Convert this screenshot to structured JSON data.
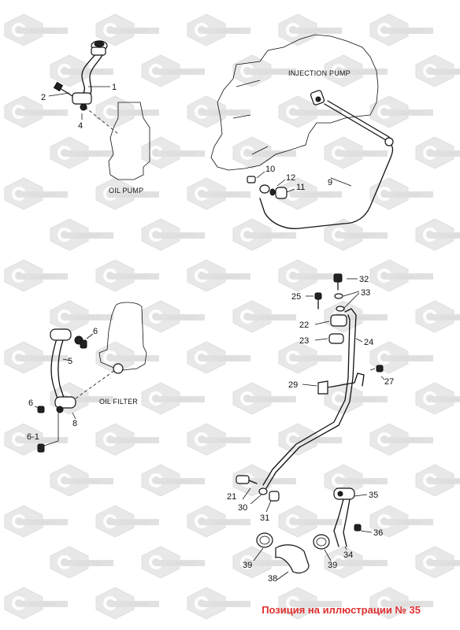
{
  "watermark": {
    "text": "COMPART"
  },
  "section_labels": {
    "oil_pump": "OIL PUMP",
    "injection_pump": "INJECTION PUMP",
    "oil_filter": "OIL FILTER"
  },
  "callouts": {
    "c1": "1",
    "c2": "2",
    "c4": "4",
    "c9": "9",
    "c10": "10",
    "c11": "11",
    "c12": "12",
    "c5": "5",
    "c6a": "6",
    "c6b": "6",
    "c6_1": "6-1",
    "c8": "8",
    "c21": "21",
    "c22": "22",
    "c23": "23",
    "c24": "24",
    "c25": "25",
    "c27": "27",
    "c29": "29",
    "c30": "30",
    "c31": "31",
    "c32": "32",
    "c33": "33",
    "c34": "34",
    "c35": "35",
    "c36": "36",
    "c38": "38",
    "c39a": "39",
    "c39b": "39"
  },
  "caption": "Позиция на иллюстрации № 35",
  "colors": {
    "caption": "#e03030",
    "watermark": "#d8d8d8"
  }
}
